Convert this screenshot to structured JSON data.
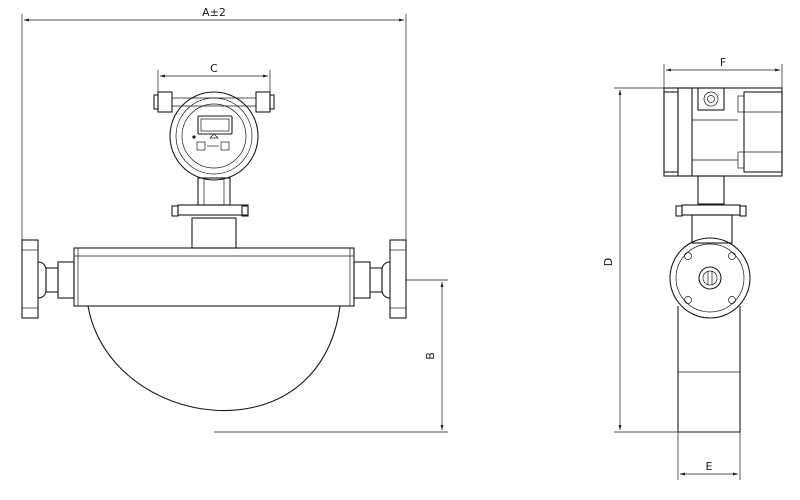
{
  "dimensions": {
    "a": "A±2",
    "b": "B",
    "c": "C",
    "d": "D",
    "e": "E",
    "f": "F"
  },
  "colors": {
    "line": "#1a1a1a",
    "background": "#ffffff"
  }
}
